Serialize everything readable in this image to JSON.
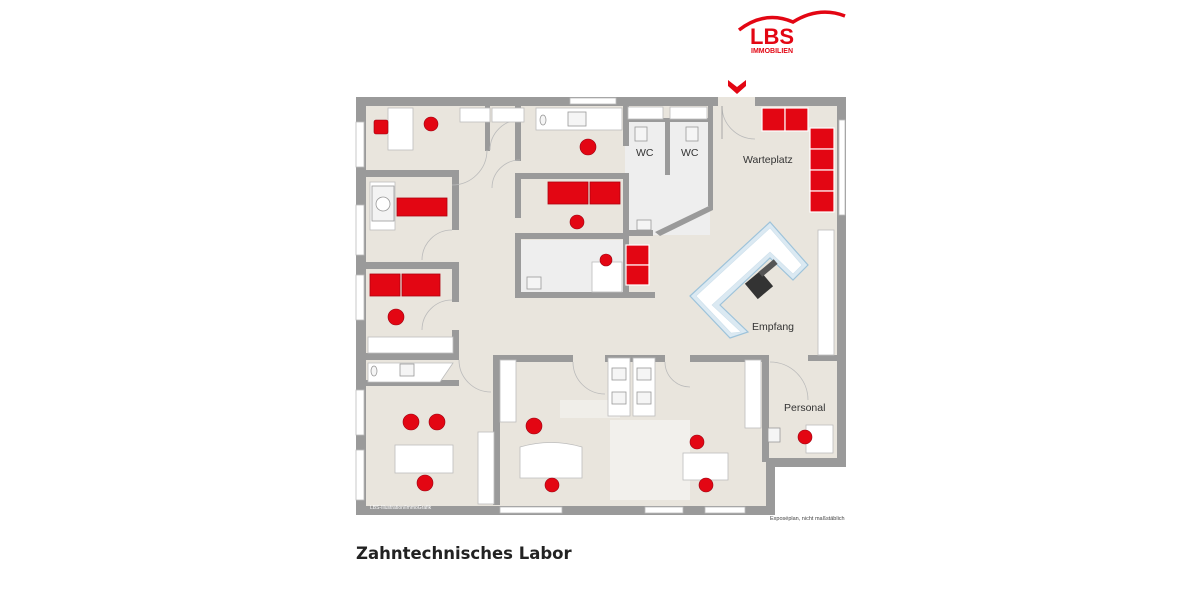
{
  "brand": {
    "name": "LBS",
    "subtitle": "IMMOBILIEN",
    "color": "#e30613"
  },
  "rooms": {
    "wc_1": "WC",
    "wc_2": "WC",
    "waiting": "Warteplatz",
    "reception": "Empfang",
    "staff": "Personal"
  },
  "colors": {
    "wall": "#9a9a9a",
    "floor": "#e9e5dd",
    "tile": "#eeeeee",
    "furniture_red": "#e30613",
    "reception_desk": "#dbe9f2",
    "white_furniture": "#ffffff"
  },
  "footer": {
    "title": "Zahntechnisches Labor",
    "credit": "LBS-Illustration/ImmoGrafik",
    "note": "Exposéplan, nicht maßstäblich"
  }
}
